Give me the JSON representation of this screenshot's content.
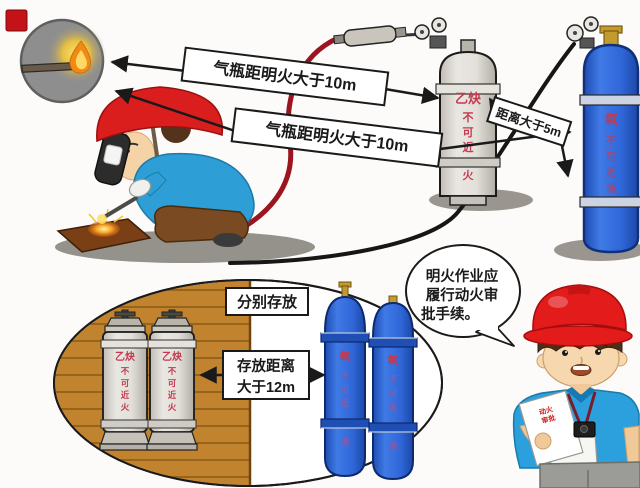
{
  "labels": {
    "rule_10m_top": "气瓶距明火大于10m",
    "rule_10m_bottom": "气瓶距明火大于10m",
    "rule_5m": "距离大于5m",
    "rule_separate": "分别存放",
    "rule_12m_line1": "存放距离",
    "rule_12m_line2": "大于12m"
  },
  "speech_bubble": {
    "line1": "明火作业应",
    "line2": "履行动火审",
    "line3": "批手续。"
  },
  "acetylene": {
    "name": "乙炔",
    "warning": [
      "不",
      "可",
      "近",
      "火"
    ]
  },
  "oxygen": {
    "name": "氧",
    "warning": [
      "不",
      "可",
      "近",
      "油"
    ]
  },
  "permit_paper": {
    "line1": "动火",
    "line2": "审批"
  },
  "colors": {
    "helmet_red": "#da1e1e",
    "shirt_blue": "#2e9fd6",
    "cylinder_blue": "#2b63d6",
    "cylinder_gray": "#d8d5cf",
    "hose_red": "#9c1420",
    "oxygen_hose_black": "#161616",
    "wood_brown": "#c2832f",
    "warning_text_red": "#c23a50",
    "label_border": "#1a1a1a"
  }
}
